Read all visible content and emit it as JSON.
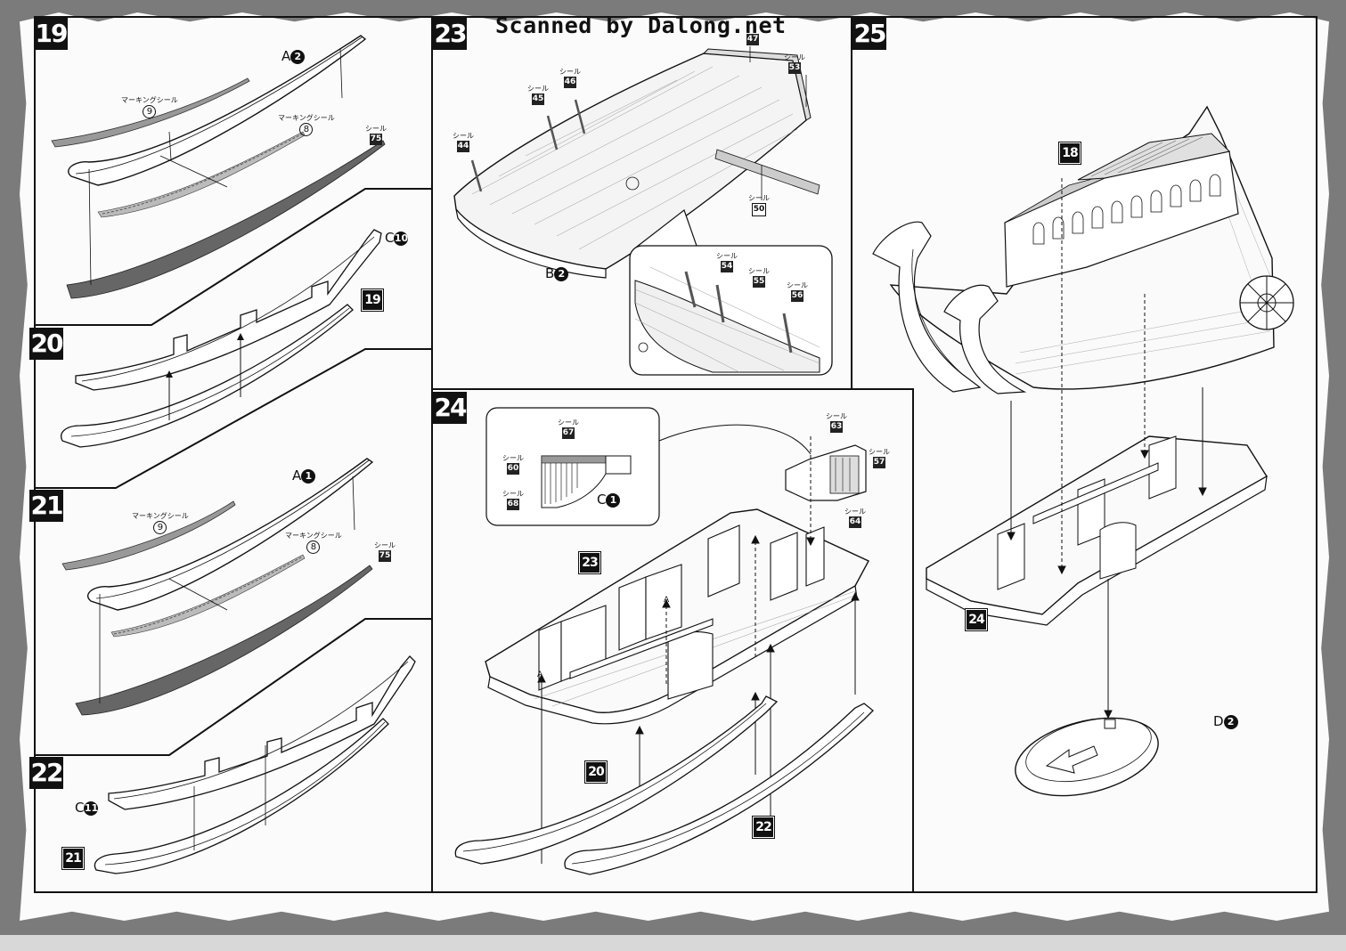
{
  "watermark": "Scanned by Dalong.net",
  "steps": {
    "s19": "19",
    "s20": "20",
    "s21": "21",
    "s22": "22",
    "s23": "23",
    "s24": "24",
    "s25": "25"
  },
  "step19": {
    "part_a": {
      "letter": "A",
      "num": "2"
    },
    "marking_9": {
      "label": "マーキングシール",
      "num": "9"
    },
    "marking_8": {
      "label": "マーキングシール",
      "num": "8"
    },
    "seal_75": {
      "label": "シール",
      "num": "75"
    },
    "part_c": {
      "letter": "C",
      "num": "10"
    },
    "ref_19": "19"
  },
  "step21": {
    "part_a": {
      "letter": "A",
      "num": "1"
    },
    "marking_9": {
      "label": "マーキングシール",
      "num": "9"
    },
    "marking_8": {
      "label": "マーキングシール",
      "num": "8"
    },
    "seal_75": {
      "label": "シール",
      "num": "75"
    }
  },
  "step22": {
    "part_c": {
      "letter": "C",
      "num": "11"
    },
    "ref_21": "21"
  },
  "step23": {
    "seals": [
      {
        "label": "シール",
        "num": "44"
      },
      {
        "label": "シール",
        "num": "45"
      },
      {
        "label": "シール",
        "num": "46"
      },
      {
        "label": "",
        "num": "47"
      },
      {
        "label": "シール",
        "num": "53"
      },
      {
        "label": "シール",
        "num": "50"
      },
      {
        "label": "シール",
        "num": "54"
      },
      {
        "label": "シール",
        "num": "55"
      },
      {
        "label": "シール",
        "num": "56"
      }
    ],
    "part_b": {
      "letter": "B",
      "num": "2"
    }
  },
  "step24": {
    "seals": [
      {
        "label": "シール",
        "num": "67"
      },
      {
        "label": "シール",
        "num": "60"
      },
      {
        "label": "シール",
        "num": "68"
      },
      {
        "label": "シール",
        "num": "63"
      },
      {
        "label": "シール",
        "num": "57"
      },
      {
        "label": "シール",
        "num": "64"
      }
    ],
    "part_c": {
      "letter": "C",
      "num": "1"
    },
    "ref_23": "23",
    "ref_20": "20",
    "ref_22": "22",
    "arrow_mark": "A"
  },
  "step25": {
    "ref_18": "18",
    "ref_24": "24",
    "part_d": {
      "letter": "D",
      "num": "2"
    }
  }
}
